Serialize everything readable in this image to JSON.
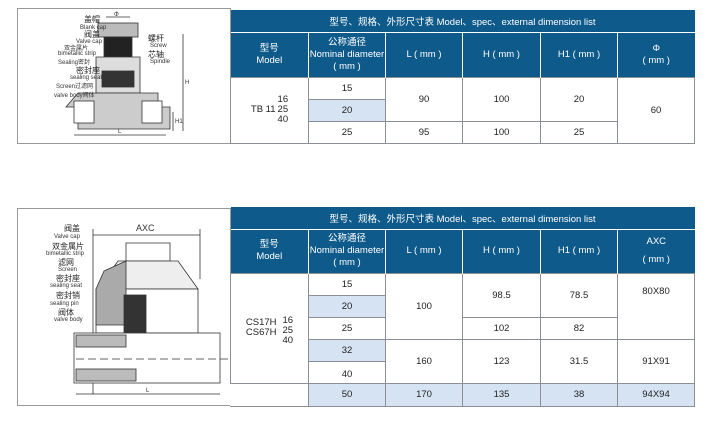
{
  "table1": {
    "title": "型号、规格、外形尺寸表 Model、spec、external dimension list",
    "headers": {
      "model_cn": "型号",
      "model_en": "Model",
      "dn_cn": "公称通径",
      "dn_en": "Nominal diameter",
      "dn_unit": "( mm )",
      "L": "L ( mm )",
      "H": "H ( mm )",
      "H1": "H1 ( mm )",
      "last_top": "Φ",
      "last_unit": "( mm )"
    },
    "model": {
      "name": "TB 11",
      "p1": "16",
      "p2": "25",
      "p3": "40"
    },
    "dn": [
      "15",
      "20",
      "25"
    ],
    "L": [
      "90",
      "95"
    ],
    "H": [
      "100",
      "100"
    ],
    "H1": [
      "20",
      "25"
    ],
    "phi": "60"
  },
  "figure1": {
    "labels": [
      "盖帽",
      "Blank cap",
      "阀盖",
      "Valve cap",
      "双金属片",
      "bimetallic strip",
      "Sealing密封",
      "密封座",
      "sealing seat",
      "Screen过滤网",
      "valve body阀体",
      "螺杆",
      "Screw",
      "芯轴",
      "Spindle",
      "Φ",
      "H",
      "H1",
      "L"
    ]
  },
  "table2": {
    "title": "型号、规格、外形尺寸表 Model、spec、external dimension list",
    "headers": {
      "model_cn": "型号",
      "model_en": "Model",
      "dn_cn": "公称通径",
      "dn_en": "Nominal diameter",
      "dn_unit": "( mm )",
      "L": "L ( mm )",
      "H": "H ( mm )",
      "H1": "H1 ( mm )",
      "last_top": "AXC",
      "last_unit": "( mm )"
    },
    "model": {
      "name1": "CS17H",
      "name2": "CS67H",
      "p1": "16",
      "p2": "25",
      "p3": "40"
    },
    "dn": [
      "15",
      "20",
      "25",
      "32",
      "40",
      "50"
    ],
    "L": [
      "100",
      "160",
      "170"
    ],
    "H": [
      "98.5",
      "102",
      "123",
      "135"
    ],
    "H1": [
      "78.5",
      "82",
      "31.5",
      "38"
    ],
    "axc": [
      "80X80",
      "91X91",
      "94X94"
    ]
  },
  "figure2": {
    "labels": [
      "阀盖",
      "Valve cap",
      "双金属片",
      "bimetallic strip",
      "滤网",
      "Screen",
      "密封座",
      "sealing seat",
      "密封销",
      "sealing pin",
      "阀体",
      "valve body",
      "AXC",
      "L"
    ]
  },
  "colors": {
    "header": "#0e5a8a",
    "highlight": "#d6e3f3"
  }
}
